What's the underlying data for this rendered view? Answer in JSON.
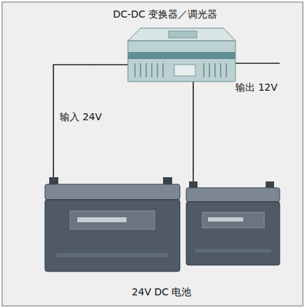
{
  "diagram": {
    "nodes": [
      {
        "text": [
          "DC-DC 变换器／调光器"
        ]
      },
      {
        "text": [
          "24V DC 电池"
        ]
      }
    ],
    "edges": [
      {
        "from": 1,
        "to": 0,
        "arrow": "none",
        "label": "输入 24V"
      },
      {
        "from": 0,
        "to": 1,
        "arrow": "none"
      }
    ],
    "labels": [
      "输出 12V"
    ]
  }
}
